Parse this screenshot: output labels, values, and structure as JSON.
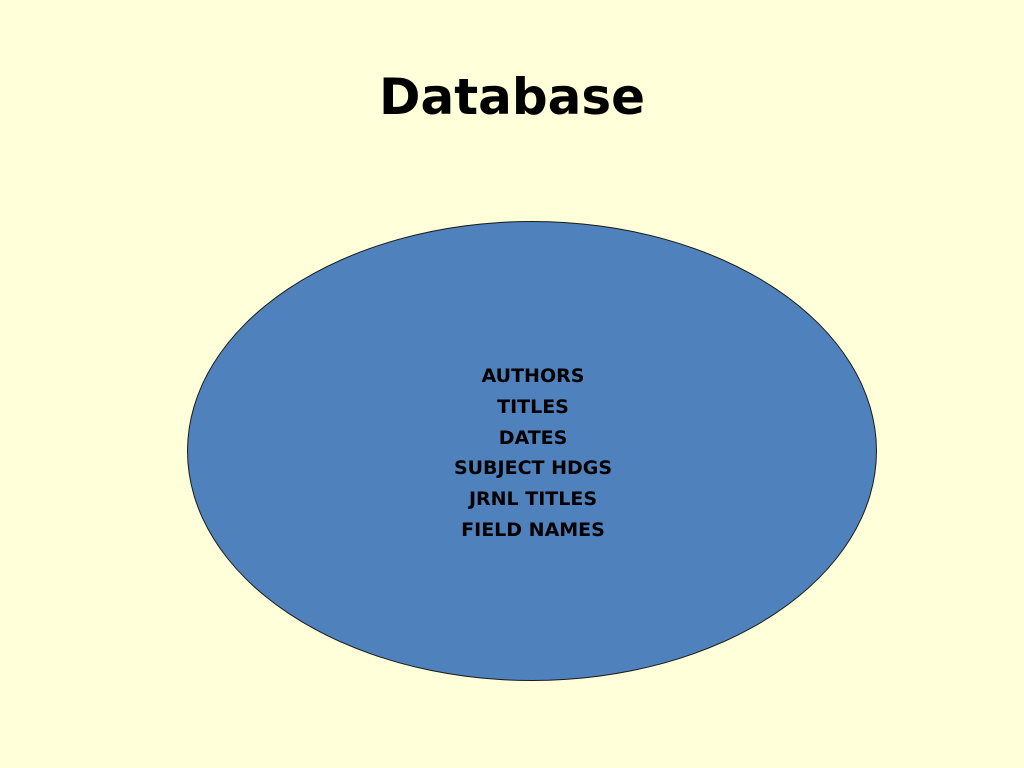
{
  "slide": {
    "title": "Database",
    "background_color": "#ffffd9",
    "ellipse_color": "#4f81bd",
    "fields": [
      "AUTHORS",
      "TITLES",
      "DATES",
      "SUBJECT HDGS",
      "JRNL TITLES",
      "FIELD NAMES"
    ]
  }
}
